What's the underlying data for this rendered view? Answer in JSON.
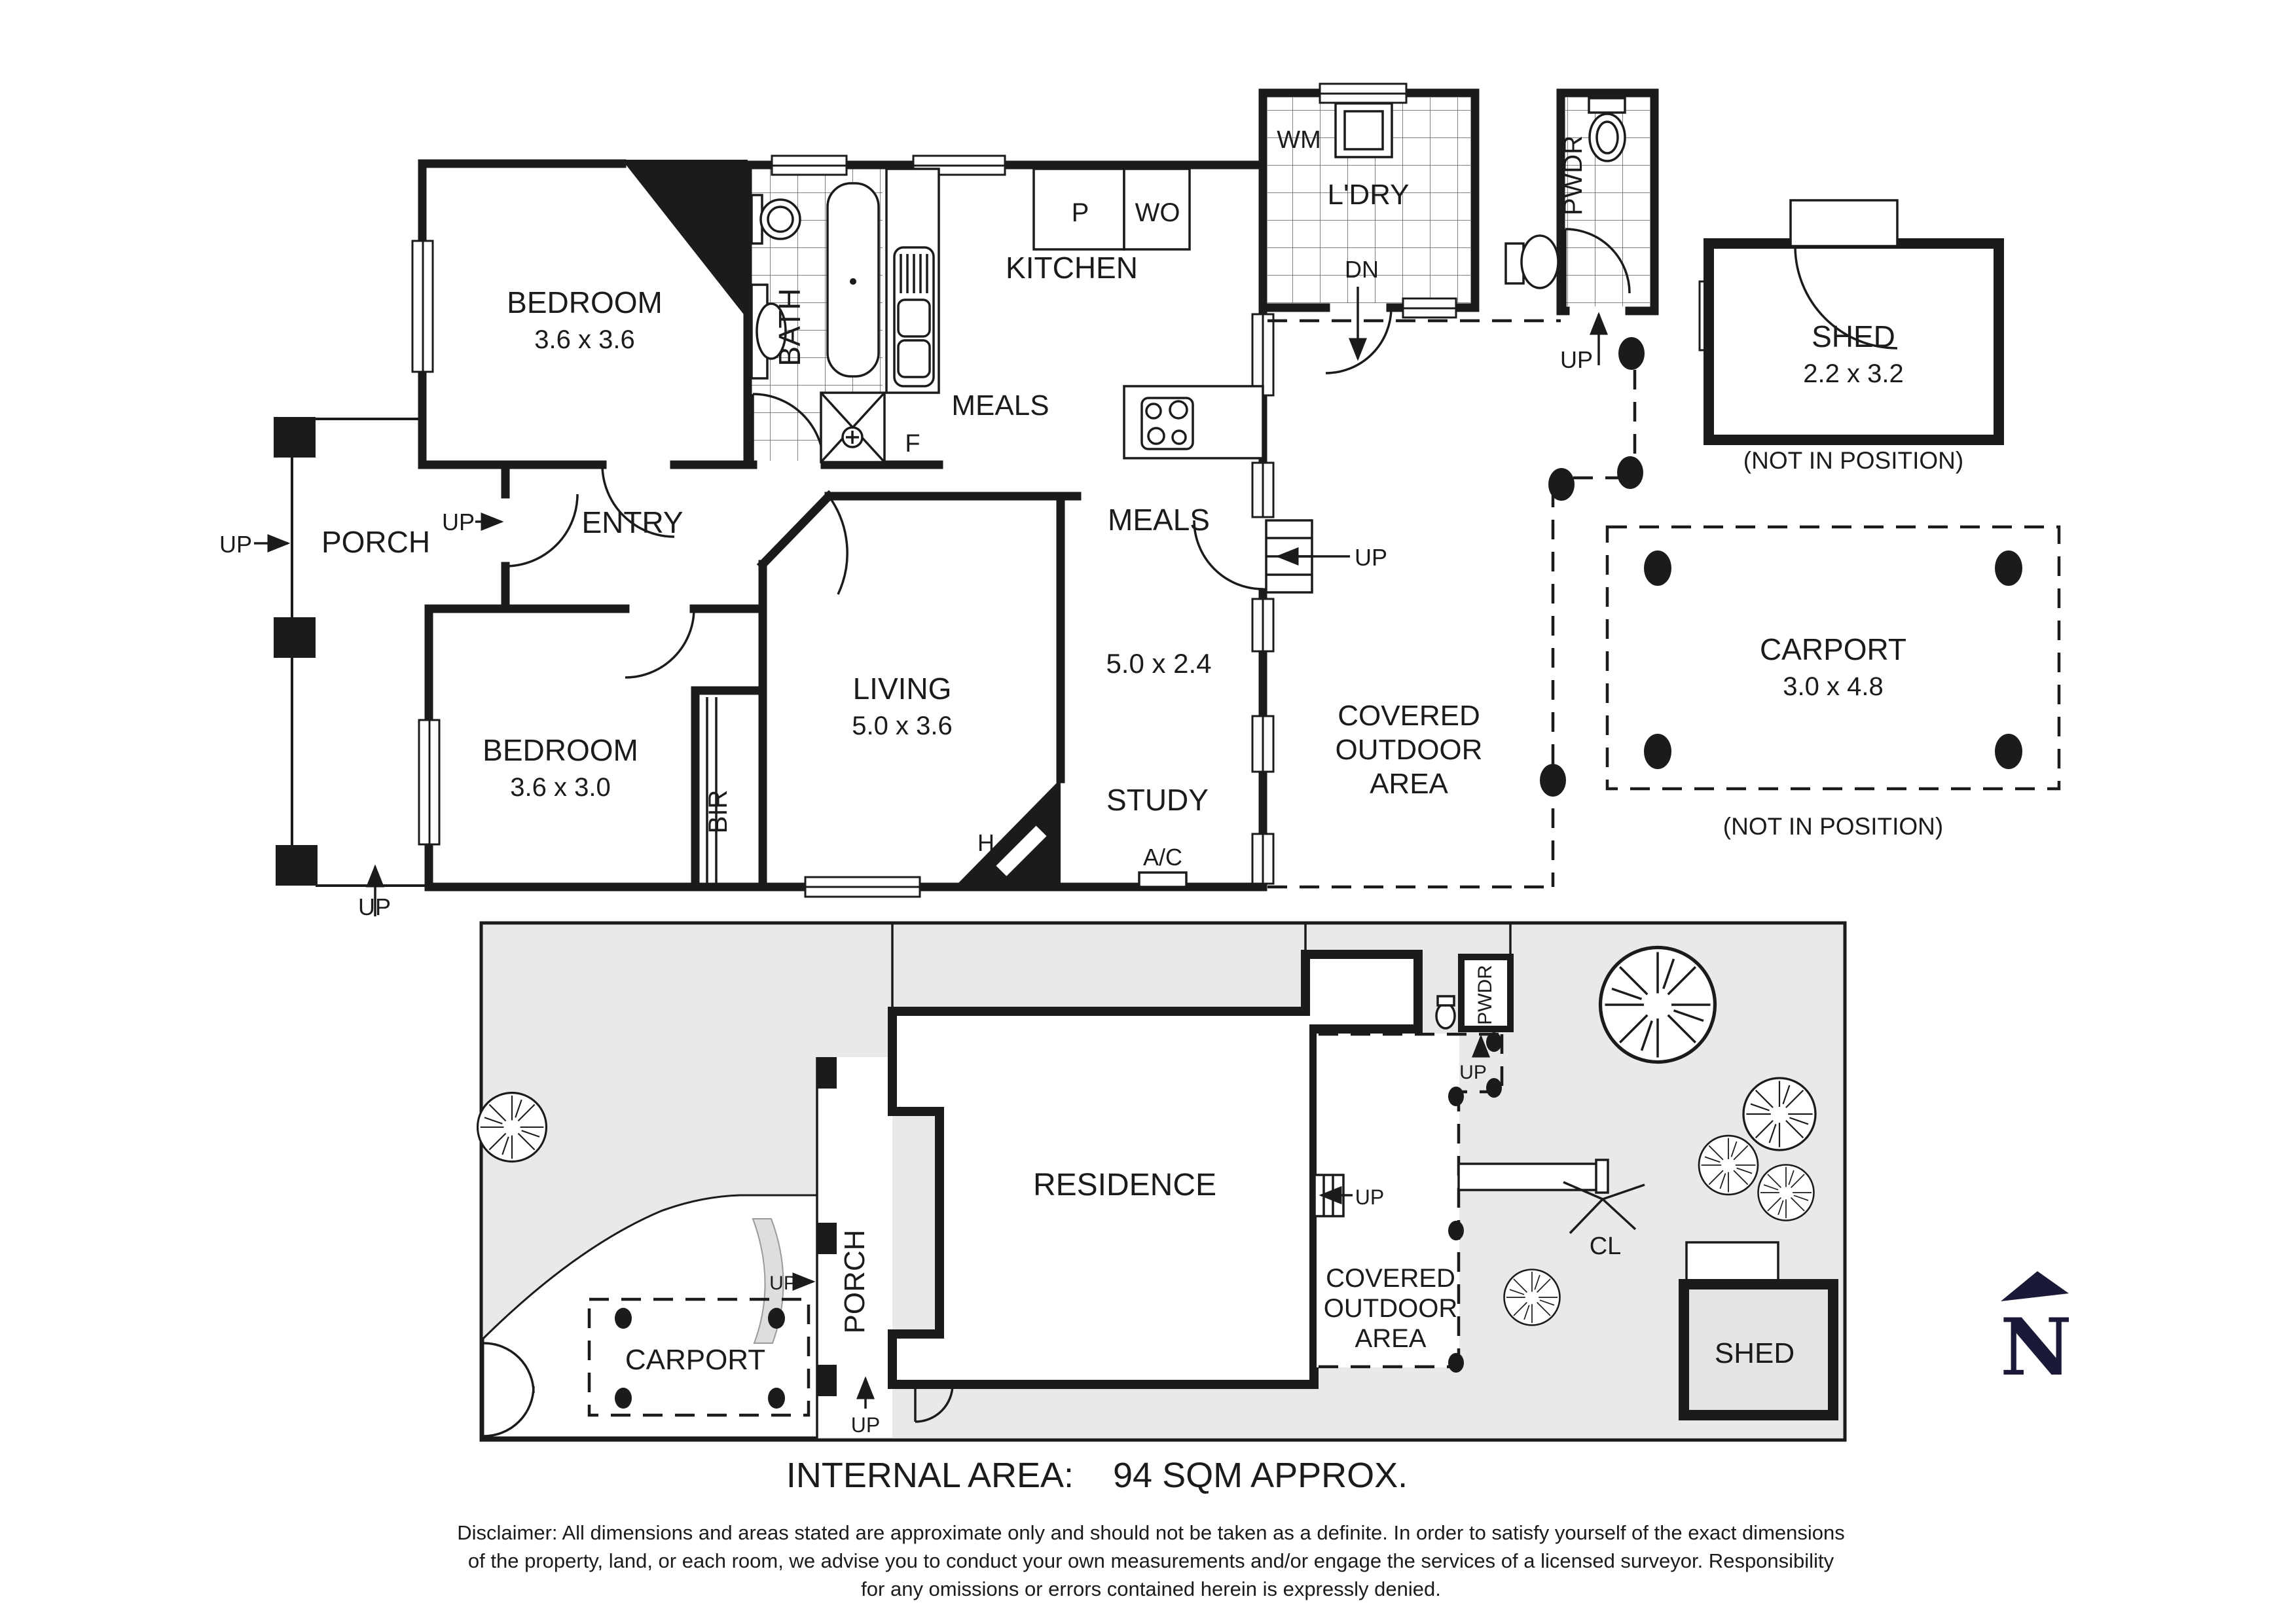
{
  "floor_plan": {
    "up": "UP",
    "rooms": {
      "bedroom1": {
        "name": "BEDROOM",
        "dims": "3.6 x 3.6"
      },
      "bedroom2": {
        "name": "BEDROOM",
        "dims": "3.6 x 3.0"
      },
      "living": {
        "name": "LIVING",
        "dims": "5.0 x 3.6"
      },
      "meals": {
        "name": "MEALS",
        "dims": "5.0 x 2.4"
      },
      "study": {
        "name": "STUDY"
      },
      "kitchen": {
        "name": "KITCHEN",
        "pantry": "P",
        "wall_oven": "WO",
        "fridge": "F",
        "meals": "MEALS"
      },
      "bath": {
        "name": "BATH"
      },
      "entry": {
        "name": "ENTRY"
      },
      "porch": {
        "name": "PORCH"
      },
      "bir": {
        "name": "BIR"
      },
      "laundry": {
        "name": "L'DRY",
        "washing_machine": "WM",
        "down": "DN"
      },
      "powder": {
        "name": "PWDR"
      },
      "shed": {
        "name": "SHED",
        "dims": "2.2 x 3.2",
        "note": "(NOT IN POSITION)"
      },
      "carport": {
        "name": "CARPORT",
        "dims": "3.0 x 4.8",
        "note": "(NOT IN POSITION)"
      },
      "covered_outdoor": {
        "line1": "COVERED",
        "line2": "OUTDOOR",
        "line3": "AREA"
      },
      "ac": {
        "label": "A/C"
      },
      "heater": {
        "label": "H"
      }
    }
  },
  "site_plan": {
    "residence": "RESIDENCE",
    "porch": "PORCH",
    "carport": "CARPORT",
    "covered_outdoor": {
      "line1": "COVERED",
      "line2": "OUTDOOR",
      "line3": "AREA"
    },
    "powder": "PWDR",
    "clothesline": "CL",
    "shed": "SHED",
    "up": "UP"
  },
  "compass": {
    "north": "N"
  },
  "footer": {
    "internal_area_label": "INTERNAL AREA:",
    "internal_area_value": "94 SQM APPROX.",
    "disclaimer_line1": "Disclaimer: All dimensions and areas stated are approximate only and should not be taken as a definite. In order to satisfy yourself of the exact dimensions",
    "disclaimer_line2": "of the property, land, or each room, we advise you to conduct your own measurements and/or engage the services of a licensed surveyor. Responsibility",
    "disclaimer_line3": "for any omissions or errors contained herein is expressly denied."
  }
}
